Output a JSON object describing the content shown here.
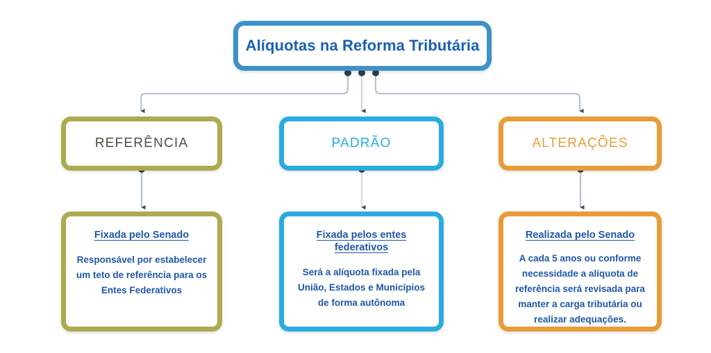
{
  "diagram": {
    "title": "Alíquotas na Reforma Tributária",
    "background_color": "#ffffff",
    "connector_color": "#b8c4d0",
    "connector_node_color": "#3a4a5c",
    "branches": [
      {
        "id": "referencia",
        "category_label": "REFERÊNCIA",
        "accent_color": "#adaa50",
        "category_text_color": "#4f4f45",
        "detail_heading": "Fixada pelo Senado",
        "detail_body": "Responsável por estabelecer um teto de referência para os Entes Federativos",
        "detail_text_color": "#1f57a8"
      },
      {
        "id": "padrao",
        "category_label": "PADRÃO",
        "accent_color": "#29abe2",
        "category_text_color": "#29abe2",
        "detail_heading": "Fixada pelos entes federativos",
        "detail_body": "Será a alíquota fixada pela União, Estados e Municípios de forma autônoma",
        "detail_text_color": "#1f57a8"
      },
      {
        "id": "alteracoes",
        "category_label": "ALTERAÇÕES",
        "accent_color": "#e89c38",
        "category_text_color": "#e89c38",
        "detail_heading": "Realizada pelo Senado",
        "detail_body": "A cada 5 anos ou conforme necessidade a alíquota de referência será revisada para manter a carga tributária ou realizar adequações.",
        "detail_text_color": "#1f57a8"
      }
    ],
    "title_border_color": "#3e92c8",
    "title_text_color": "#1a5fb4"
  }
}
